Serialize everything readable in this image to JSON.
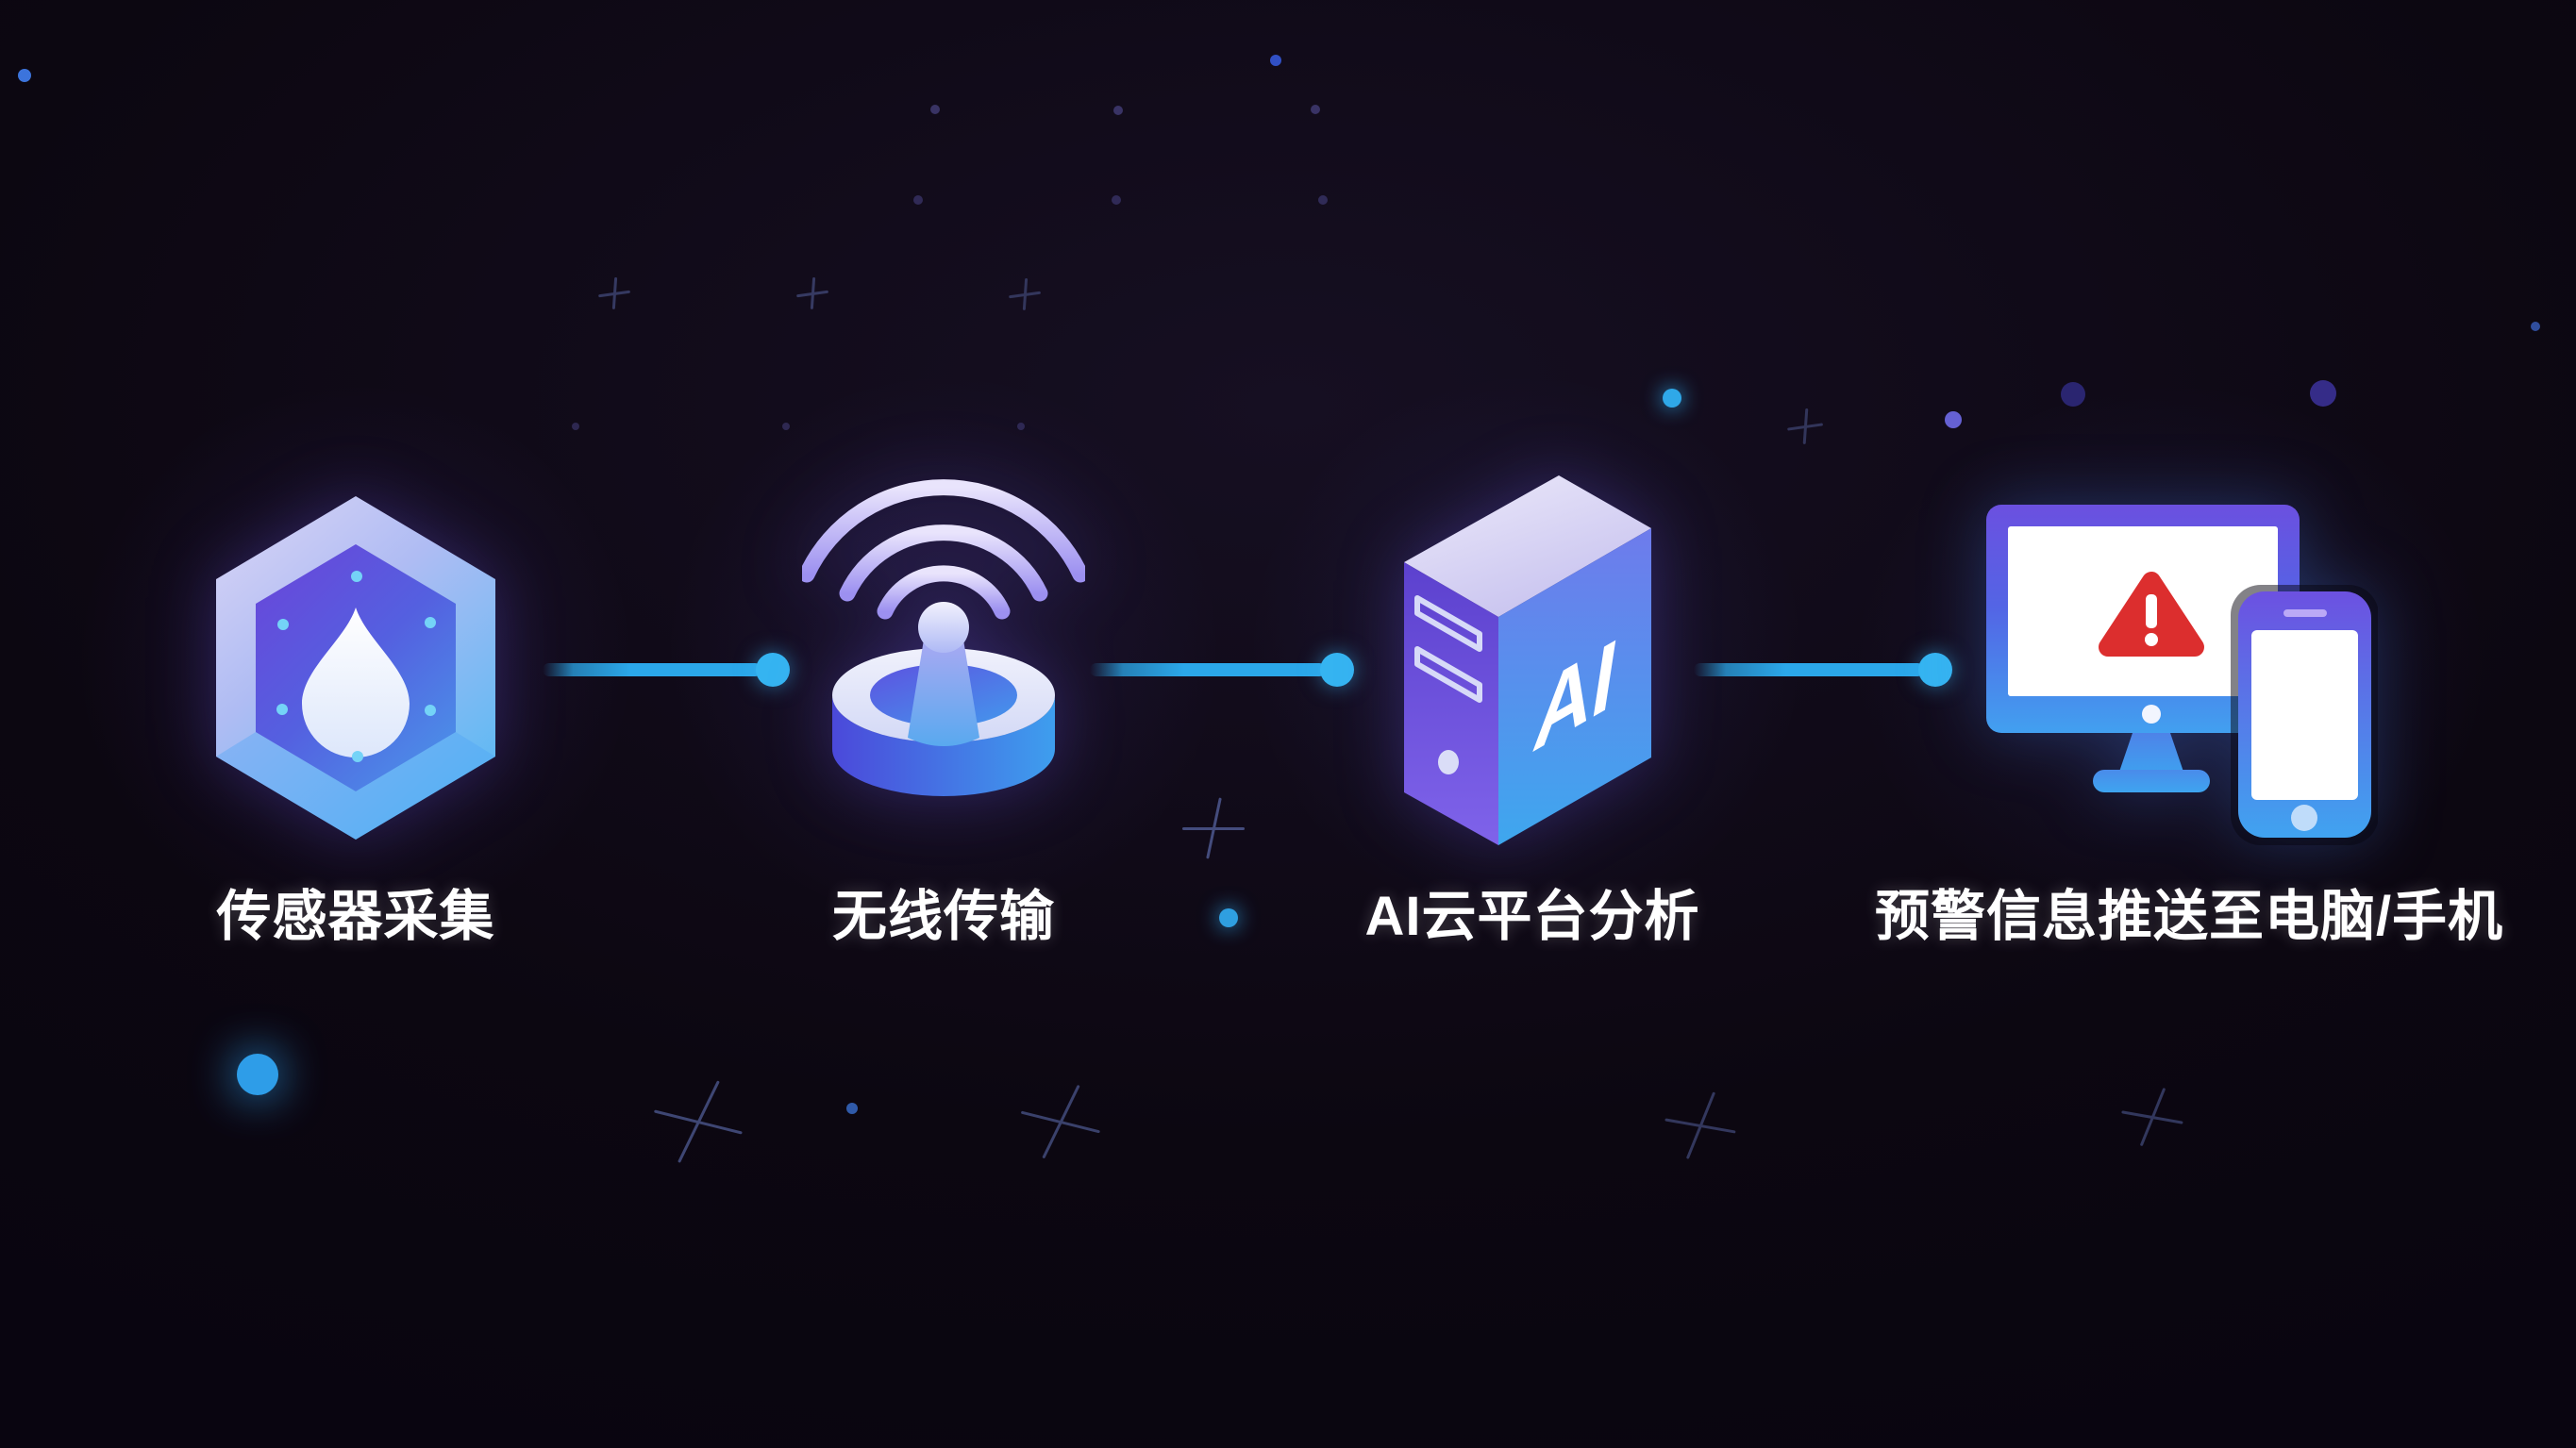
{
  "flow": {
    "steps": [
      {
        "id": "sensor-collect",
        "label": "传感器采集",
        "icon": "water-sensor-icon"
      },
      {
        "id": "wireless-transmit",
        "label": "无线传输",
        "icon": "wireless-transmitter-icon"
      },
      {
        "id": "ai-cloud-analyze",
        "label": "AI云平台分析",
        "icon": "ai-server-icon",
        "badge": "AI"
      },
      {
        "id": "alert-push",
        "label": "预警信息推送至电脑/手机",
        "icon": "alert-devices-icon"
      }
    ],
    "colors": {
      "background": "#0C0711",
      "connector_line": "#2BA7E9",
      "connector_dot": "#35B4F1",
      "label_text": "#FFFFFF",
      "warning": "#DC2E2E"
    }
  }
}
